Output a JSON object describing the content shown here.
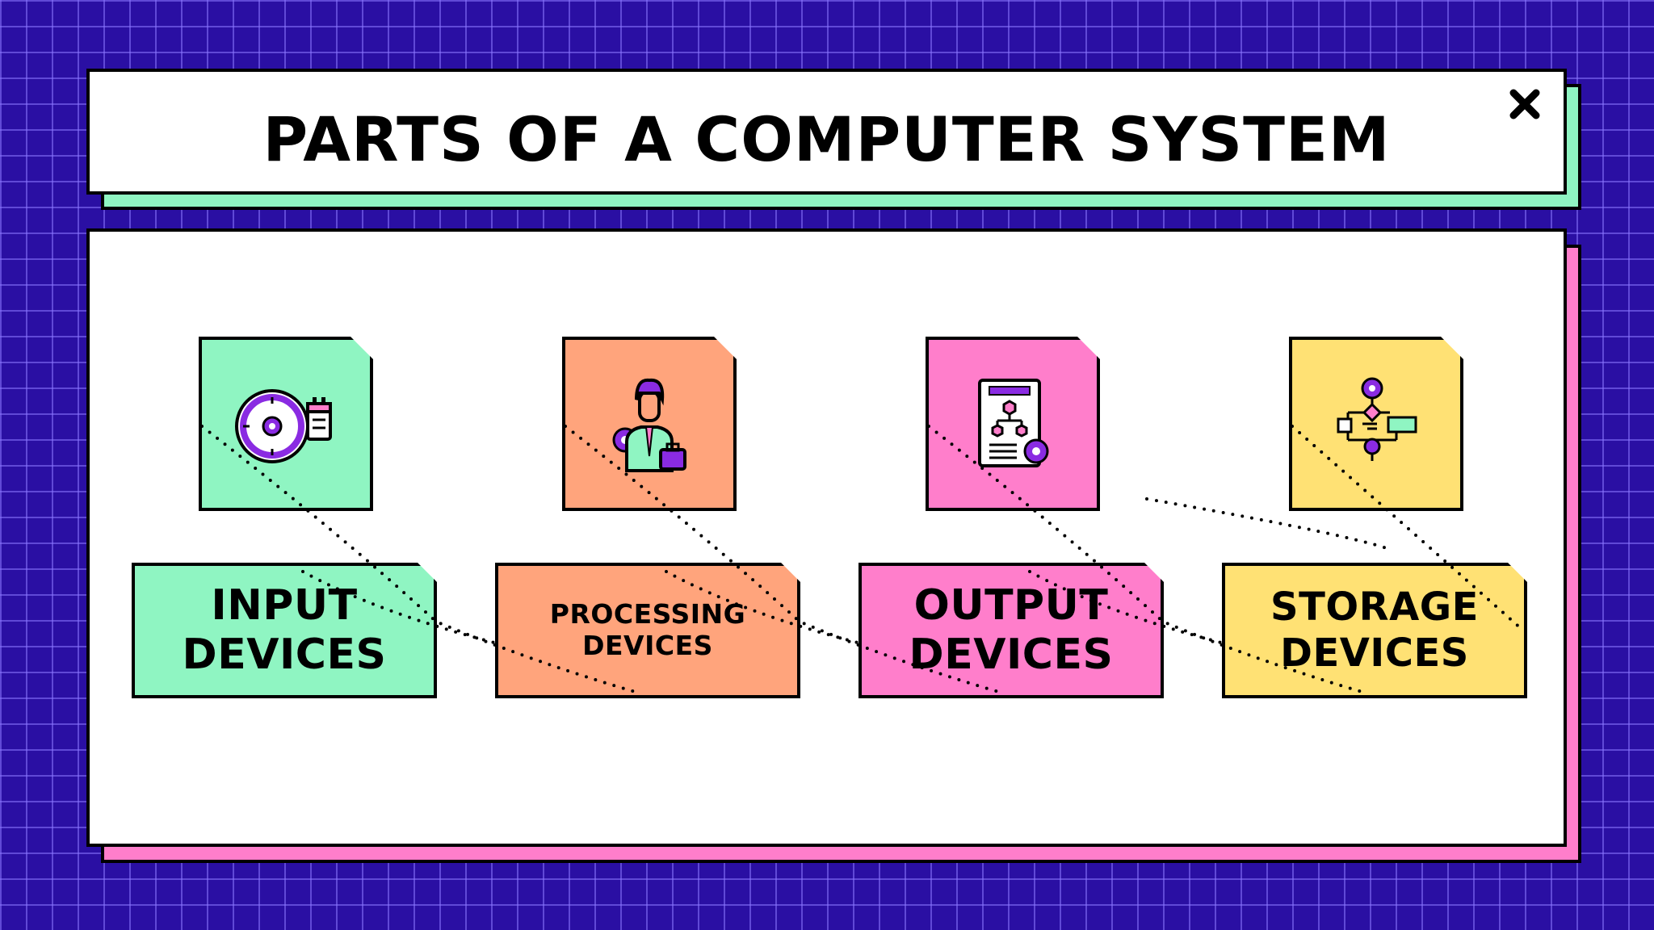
{
  "title": "PARTS OF A COMPUTER SYSTEM",
  "close_icon": "close-icon",
  "colors": {
    "background": "#2a0fa3",
    "green": "#8ff5c2",
    "orange": "#ffa47c",
    "pink": "#ff7ecb",
    "yellow": "#ffe174",
    "icon_purple": "#8a2be2"
  },
  "items": [
    {
      "line1": "INPUT",
      "line2": "DEVICES",
      "icon": "clock-gear-icon",
      "color": "green"
    },
    {
      "line1": "PROCESSING",
      "line2": "DEVICES",
      "icon": "worker-gear-icon",
      "color": "orange"
    },
    {
      "line1": "OUTPUT",
      "line2": "DEVICES",
      "icon": "document-flowchart-icon",
      "color": "pink"
    },
    {
      "line1": "STORAGE",
      "line2": "DEVICES",
      "icon": "flowchart-gear-icon",
      "color": "yellow"
    }
  ]
}
